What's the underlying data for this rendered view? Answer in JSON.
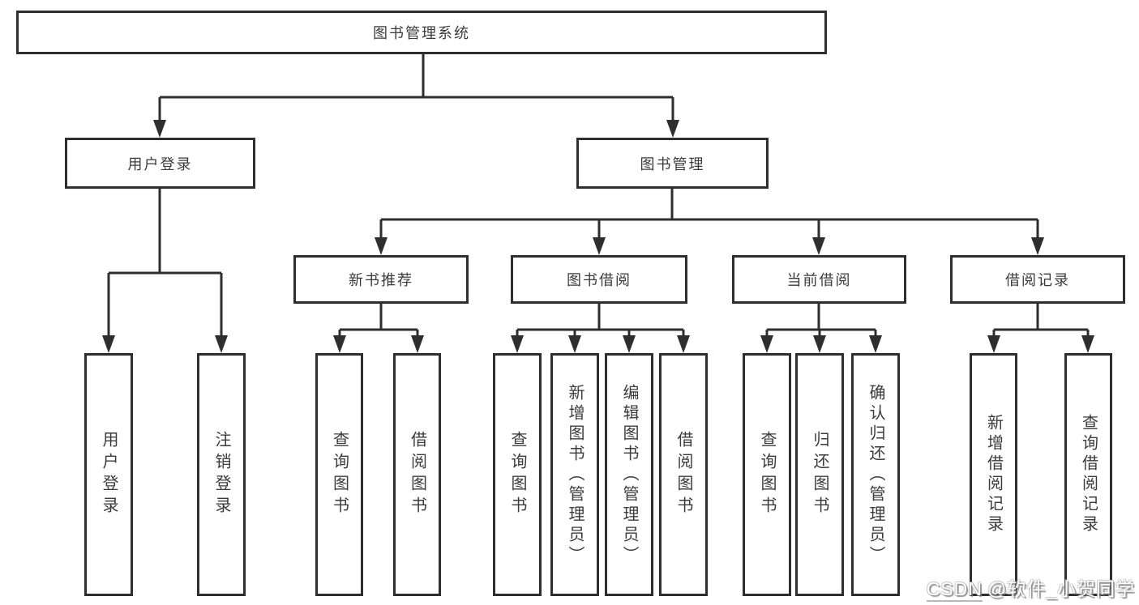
{
  "root": {
    "label": "图书管理系统"
  },
  "branches": [
    {
      "label": "用户登录",
      "children": [
        "用户登录",
        "注销登录"
      ]
    },
    {
      "label": "图书管理",
      "groups": [
        {
          "label": "新书推荐",
          "children": [
            "查询图书",
            "借阅图书"
          ]
        },
        {
          "label": "图书借阅",
          "children": [
            "查询图书",
            "新增图书（管理员）",
            "编辑图书（管理员）",
            "借阅图书"
          ]
        },
        {
          "label": "当前借阅",
          "children": [
            "查询图书",
            "归还图书",
            "确认归还（管理员）"
          ]
        },
        {
          "label": "借阅记录",
          "children": [
            "新增借阅记录",
            "查询借阅记录"
          ]
        }
      ]
    }
  ],
  "watermark": {
    "brand": "CSDN",
    "handle": "@软件_小贺同学"
  },
  "colors": {
    "line": "#2e2e2e",
    "text": "#3b3b3b",
    "background": "#ffffff"
  }
}
